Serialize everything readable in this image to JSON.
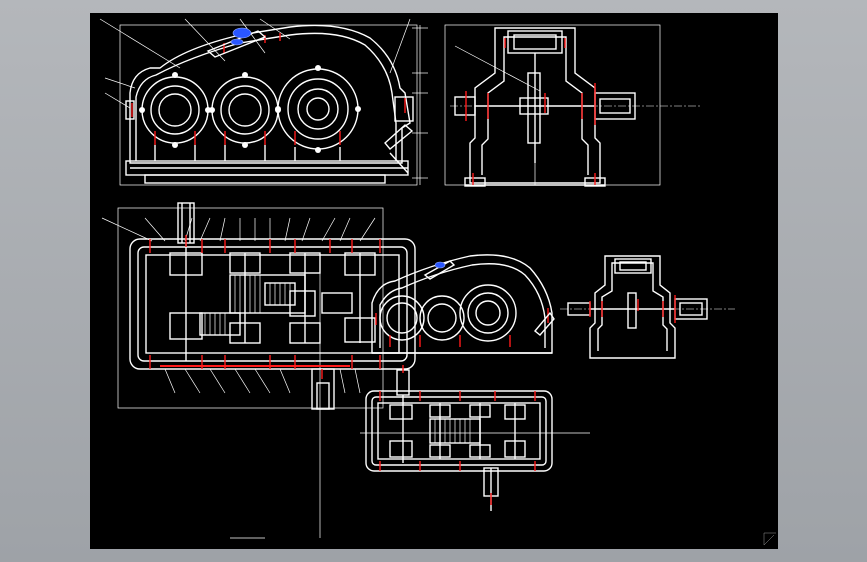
{
  "viewport": {
    "background": "#000000",
    "frame_color": "#a9acb0",
    "line_color": "#ffffff",
    "accent_color": "#ff1a1a",
    "highlight_color": "#2a56ff"
  },
  "views": [
    {
      "id": "front-elevation",
      "kind": "front view"
    },
    {
      "id": "side-elevation-large",
      "kind": "side view"
    },
    {
      "id": "plan-section-large",
      "kind": "top section"
    },
    {
      "id": "front-elevation-small",
      "kind": "front view"
    },
    {
      "id": "side-elevation-small",
      "kind": "side view"
    },
    {
      "id": "plan-section-small",
      "kind": "top section"
    }
  ],
  "icons": {
    "ucs": "ucs-axis-icon"
  }
}
